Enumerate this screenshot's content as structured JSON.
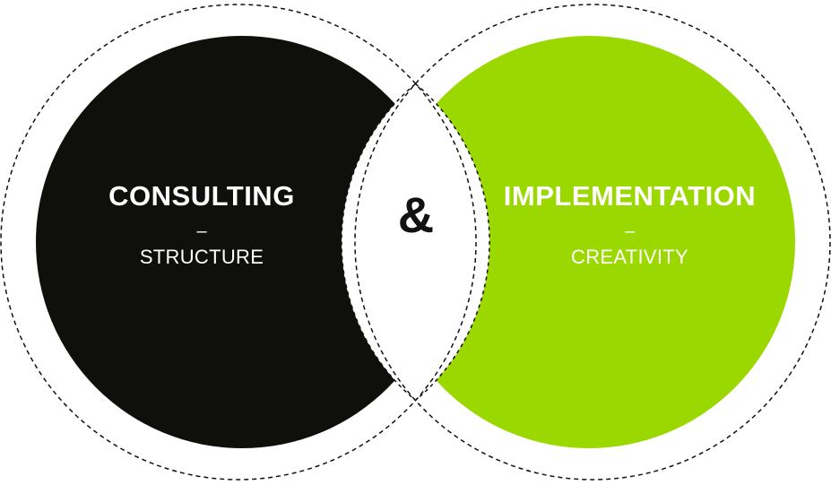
{
  "left": {
    "title": "CONSULTING",
    "dash": "–",
    "subtitle": "STRUCTURE",
    "color": "#0f0f0c"
  },
  "right": {
    "title": "IMPLEMENTATION",
    "dash": "–",
    "subtitle": "CREATIVITY",
    "color": "#9bd800"
  },
  "center": {
    "symbol": "&"
  },
  "outline_color": "#111111"
}
